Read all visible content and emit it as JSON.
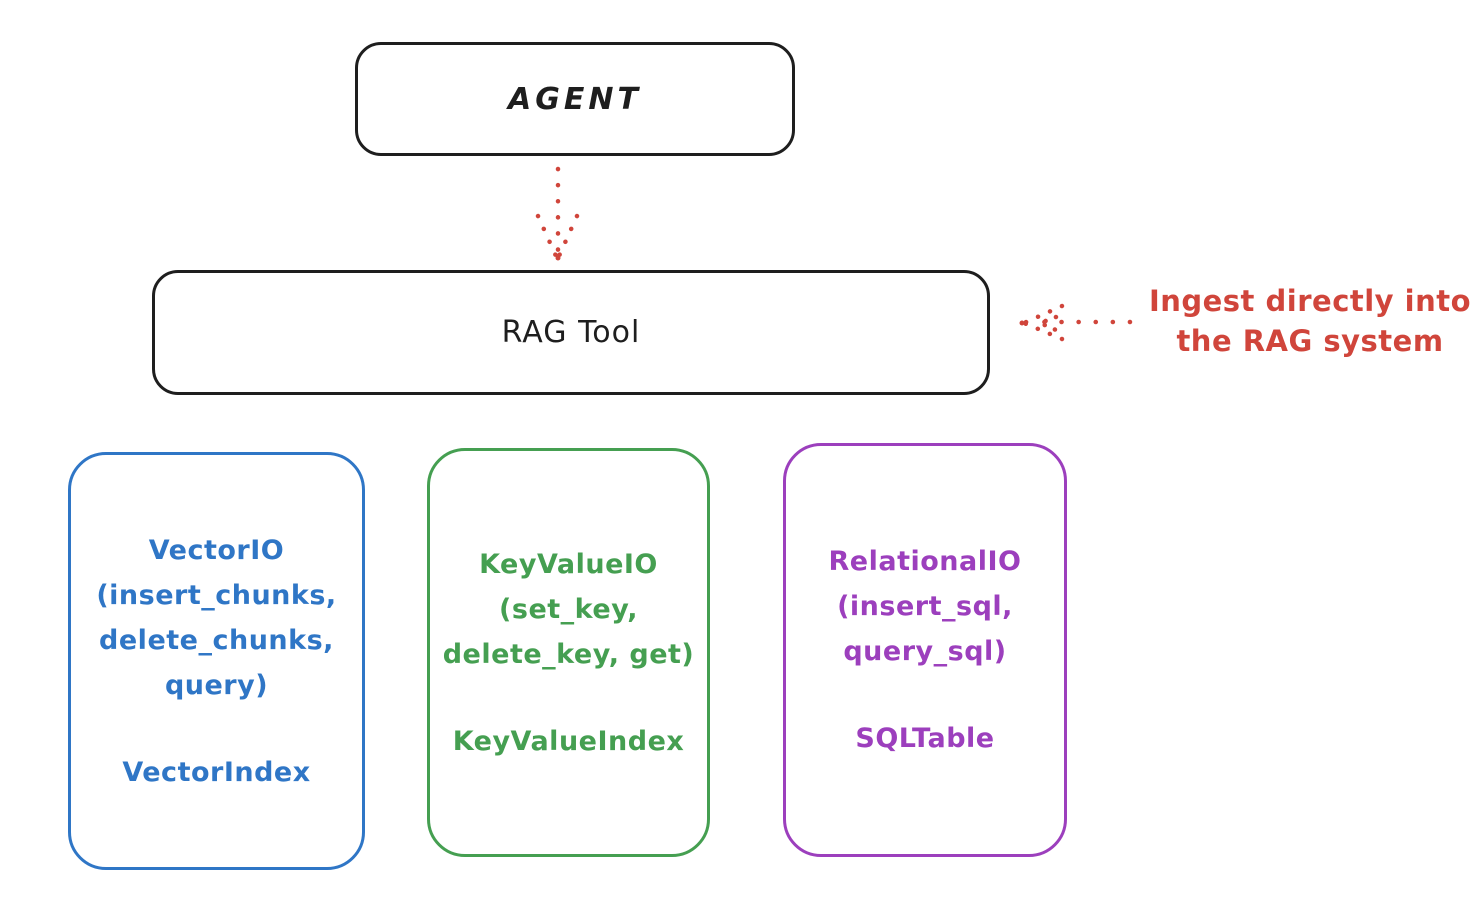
{
  "diagram": {
    "agent": {
      "label": "AGENT"
    },
    "rag_tool": {
      "label": "RAG Tool"
    },
    "annotation": {
      "line1": "Ingest directly into",
      "line2": "the RAG system"
    },
    "boxes": [
      {
        "id": "vector-io",
        "color": "#2f76c6",
        "lines": [
          "VectorIO",
          "(insert_chunks,",
          "delete_chunks,",
          "query)"
        ],
        "index": "VectorIndex"
      },
      {
        "id": "keyvalue-io",
        "color": "#459f51",
        "lines": [
          "KeyValueIO",
          "(set_key,",
          "delete_key, get)"
        ],
        "index": "KeyValueIndex"
      },
      {
        "id": "relational-io",
        "color": "#9c3fbd",
        "lines": [
          "RelationalIO",
          "(insert_sql,",
          "query_sql)"
        ],
        "index": "SQLTable"
      }
    ],
    "colors": {
      "stroke": "#1e1e1e",
      "red": "#d0453b",
      "blue": "#2f76c6",
      "green": "#459f51",
      "purple": "#9c3fbd",
      "background": "#ffffff"
    }
  }
}
